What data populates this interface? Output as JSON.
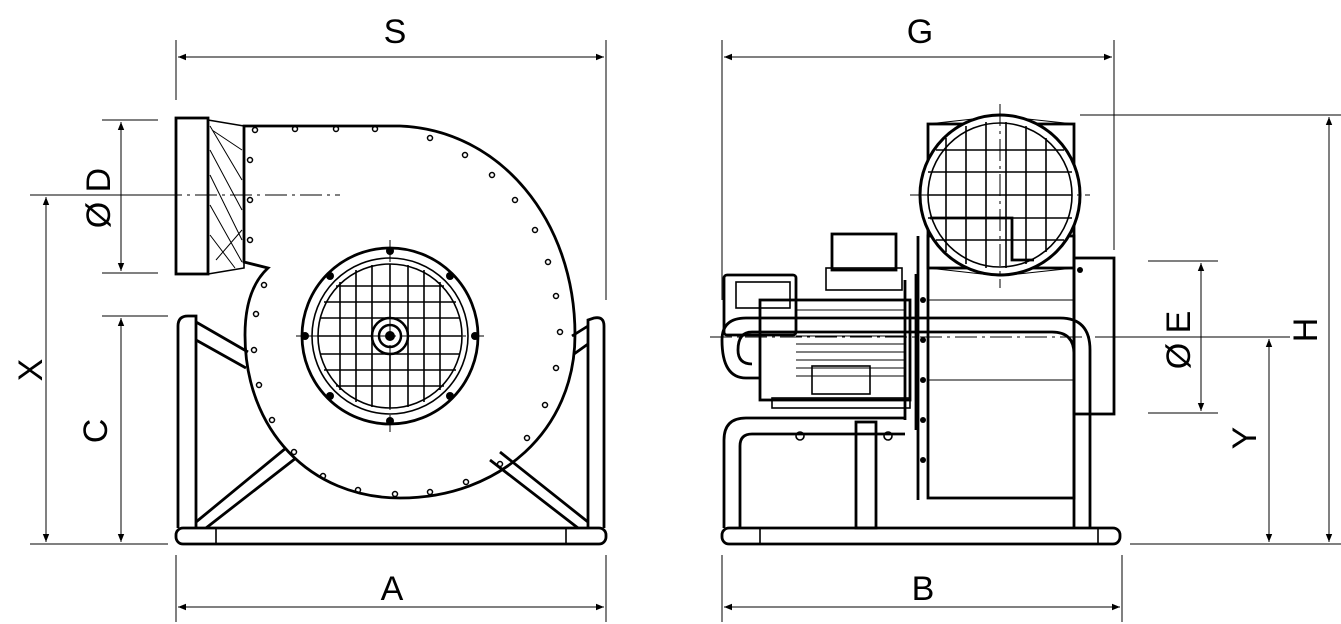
{
  "labels": {
    "S": "S",
    "G": "G",
    "D": "Ø D",
    "X": "X",
    "C": "C",
    "A": "A",
    "B": "B",
    "E": "Ø E",
    "H": "H",
    "Y": "Y"
  },
  "colors": {
    "line": "#000000",
    "background": "#ffffff"
  }
}
